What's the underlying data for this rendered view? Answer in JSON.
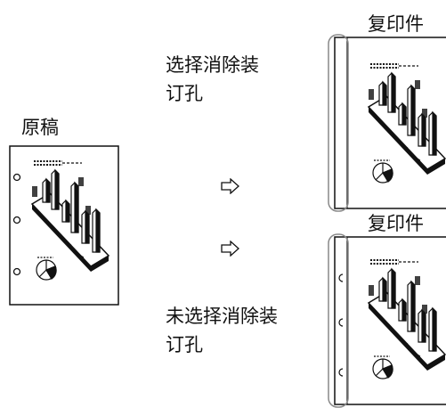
{
  "labels": {
    "original": "原稿",
    "copy_top": "复印件",
    "copy_bottom": "复印件",
    "option_erase_line1": "选择消除装",
    "option_erase_line2": "订孔",
    "option_no_erase_line1": "未选择消除装",
    "option_no_erase_line2": "订孔"
  },
  "icons": {
    "arrow": "right-arrow-outline-icon",
    "page": "document-chart-icon"
  },
  "colors": {
    "ink": "#111111",
    "page": "#ffffff",
    "highlight": "#888888"
  }
}
